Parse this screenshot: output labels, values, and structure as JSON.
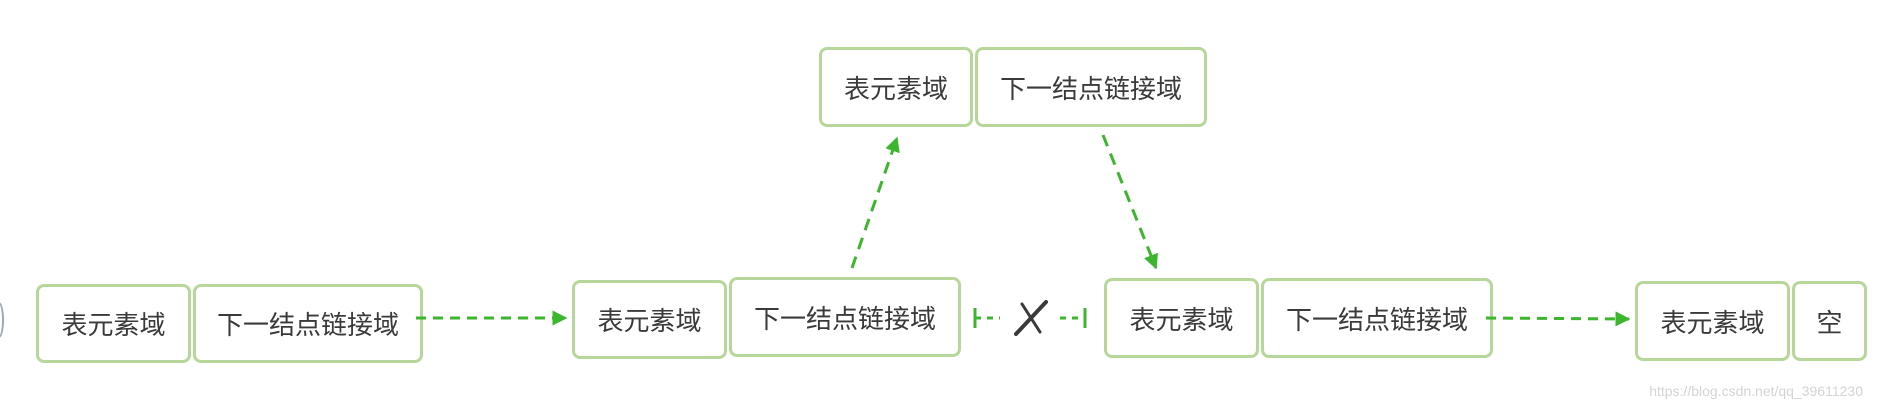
{
  "colors": {
    "node_border": "#b7d79a",
    "arrow": "#3cb62e",
    "text": "#3a3a3a",
    "break_mark": "#3a3a3a"
  },
  "nodes": [
    {
      "data_label": "表元素域",
      "link_label": "下一结点链接域"
    },
    {
      "data_label": "表元素域",
      "link_label": "下一结点链接域"
    },
    {
      "data_label": "表元素域",
      "link_label": "下一结点链接域"
    },
    {
      "data_label": "表元素域",
      "link_label": "下一结点链接域"
    },
    {
      "data_label": "表元素域",
      "link_label": "空"
    }
  ],
  "watermark": "https://blog.csdn.net/qq_39611230"
}
